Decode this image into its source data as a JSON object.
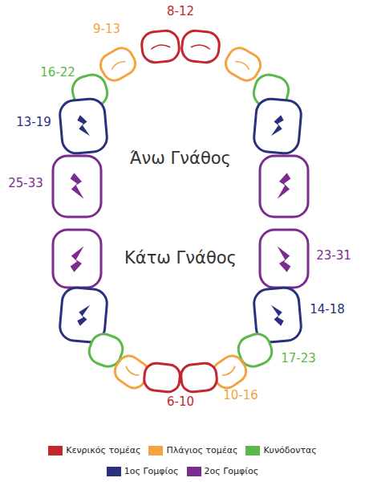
{
  "diagram": {
    "labels": [
      "8-12",
      "9-13",
      "16-22",
      "13-19",
      "Άνω Γνάθος",
      "25-33",
      "Κάτω Γνάθος",
      "23-31",
      "14-18",
      "17-23",
      "10-16",
      "6-10"
    ],
    "legend": [
      {
        "text": "Κενρικός τομέας",
        "color": "#c1272d"
      },
      {
        "text": "Πλάγιος τομέας",
        "color": "#f5a340"
      },
      {
        "text": "Κυνόδοντας",
        "color": "#5cb84a"
      },
      {
        "text": "1ος Γομφίος",
        "color": "#2a2f7e"
      },
      {
        "text": "2ος Γομφίος",
        "color": "#7b2d8f"
      }
    ]
  }
}
